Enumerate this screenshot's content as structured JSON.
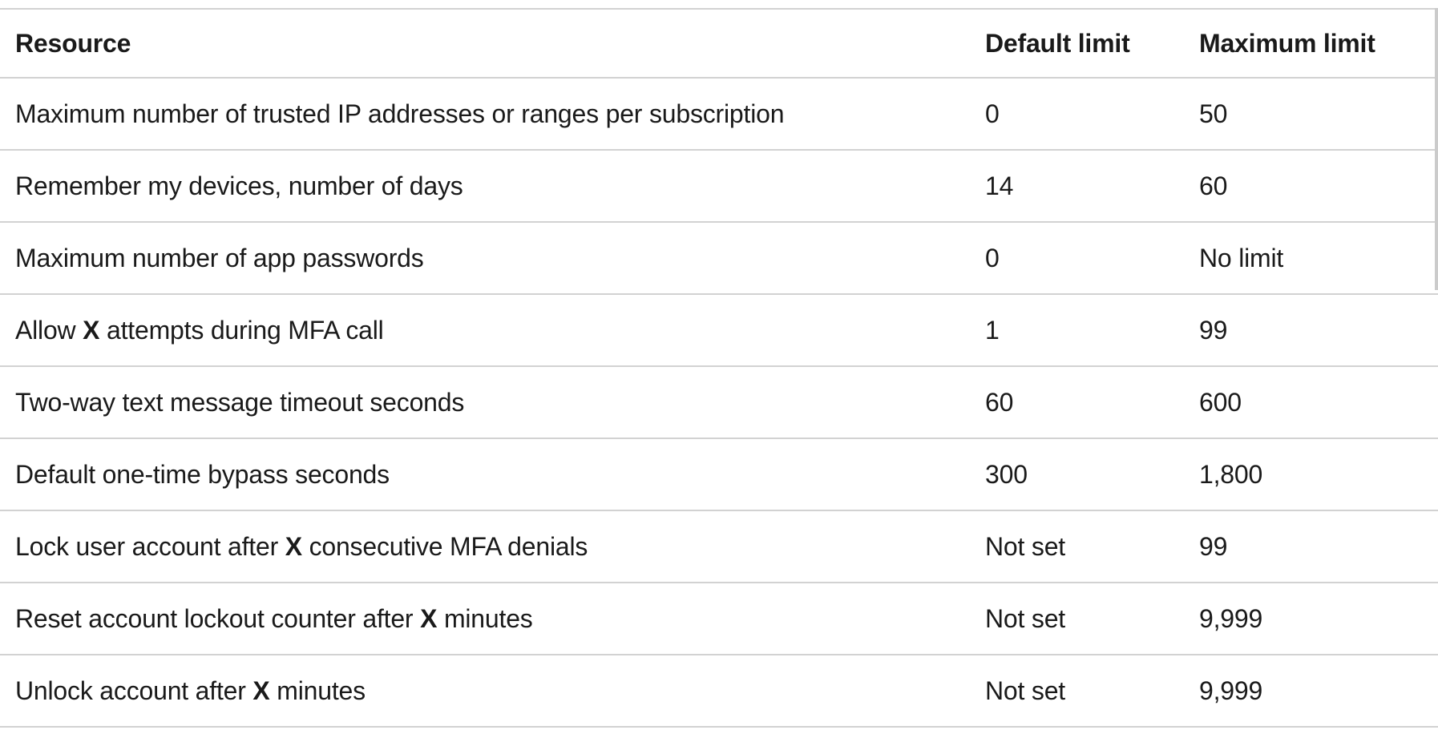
{
  "colors": {
    "text": "#1a1a1a",
    "border": "#d2d2d2",
    "background": "#ffffff",
    "scrollbar_thumb": "#cbcbcb"
  },
  "table": {
    "columns": [
      {
        "label": "Resource"
      },
      {
        "label": "Default limit"
      },
      {
        "label": "Maximum limit"
      }
    ],
    "rows": [
      {
        "resource_parts": [
          {
            "text": "Maximum number of trusted IP addresses or ranges per subscription"
          }
        ],
        "default_limit": "0",
        "maximum_limit": "50"
      },
      {
        "resource_parts": [
          {
            "text": "Remember my devices, number of days"
          }
        ],
        "default_limit": "14",
        "maximum_limit": "60"
      },
      {
        "resource_parts": [
          {
            "text": "Maximum number of app passwords"
          }
        ],
        "default_limit": "0",
        "maximum_limit": "No limit"
      },
      {
        "resource_parts": [
          {
            "text": "Allow "
          },
          {
            "text": "X",
            "bold": true
          },
          {
            "text": " attempts during MFA call"
          }
        ],
        "default_limit": "1",
        "maximum_limit": "99"
      },
      {
        "resource_parts": [
          {
            "text": "Two-way text message timeout seconds"
          }
        ],
        "default_limit": "60",
        "maximum_limit": "600"
      },
      {
        "resource_parts": [
          {
            "text": "Default one-time bypass seconds"
          }
        ],
        "default_limit": "300",
        "maximum_limit": "1,800"
      },
      {
        "resource_parts": [
          {
            "text": "Lock user account after "
          },
          {
            "text": "X",
            "bold": true
          },
          {
            "text": " consecutive MFA denials"
          }
        ],
        "default_limit": "Not set",
        "maximum_limit": "99"
      },
      {
        "resource_parts": [
          {
            "text": "Reset account lockout counter after "
          },
          {
            "text": "X",
            "bold": true
          },
          {
            "text": " minutes"
          }
        ],
        "default_limit": "Not set",
        "maximum_limit": "9,999"
      },
      {
        "resource_parts": [
          {
            "text": "Unlock account after "
          },
          {
            "text": "X",
            "bold": true
          },
          {
            "text": " minutes"
          }
        ],
        "default_limit": "Not set",
        "maximum_limit": "9,999"
      }
    ]
  }
}
